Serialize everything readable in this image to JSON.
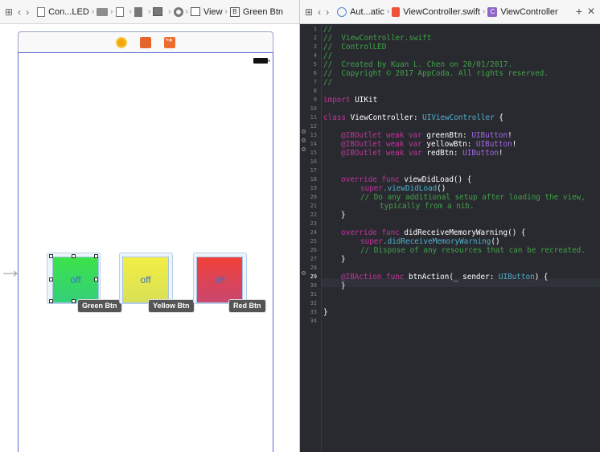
{
  "left_jumpbar": {
    "crumbs": [
      "Con...LED",
      "View",
      "Green Btn"
    ]
  },
  "ib": {
    "buttons": [
      {
        "title": "off",
        "label": "Green Btn",
        "color_top": "#3ce24a",
        "color_bottom": "#33d07a"
      },
      {
        "title": "off",
        "label": "Yellow Btn",
        "color_top": "#f2ee44",
        "color_bottom": "#d8e055"
      },
      {
        "title": "off",
        "label": "Red Btn",
        "color_top": "#f0413a",
        "color_bottom": "#c9476e"
      }
    ]
  },
  "right_jumpbar": {
    "auto": "Aut...atic",
    "file": "ViewController.swift",
    "class": "ViewController"
  },
  "editor": {
    "current_line": 29,
    "line_numbers": [
      "1",
      "2",
      "3",
      "4",
      "5",
      "6",
      "7",
      "8",
      "9",
      "10",
      "11",
      "12",
      "13",
      "14",
      "15",
      "16",
      "17",
      "18",
      "19",
      "20",
      "21",
      "22",
      "23",
      "24",
      "25",
      "26",
      "27",
      "28",
      "29",
      "30",
      "31",
      "32",
      "33",
      "34"
    ],
    "lines": {
      "l1": "//",
      "l2": "//  ViewController.swift",
      "l3": "//  ControlLED",
      "l4": "//",
      "l5": "//  Created by Kuan L. Chen on 20/01/2017.",
      "l6": "//  Copyright © 2017 AppCoda. All rights reserved.",
      "l7": "//",
      "l9_kw": "import",
      "l9_rest": " UIKit",
      "l11_kw": "class",
      "l11_name": " ViewController: ",
      "l11_type": "UIViewController",
      "l11_end": " {",
      "l13_kw": "@IBOutlet weak var",
      "l13_name": " greenBtn: ",
      "l13_type": "UIButton",
      "l13_end": "!",
      "l14_kw": "@IBOutlet weak var",
      "l14_name": " yellowBtn: ",
      "l14_type": "UIButton",
      "l14_end": "!",
      "l15_kw": "@IBOutlet weak var",
      "l15_name": " redBtn: ",
      "l15_type": "UIButton",
      "l15_end": "!",
      "l18_kw": "override func",
      "l18_rest": " viewDidLoad() {",
      "l19_kw": "super",
      "l19_call": ".viewDidLoad",
      "l19_end": "()",
      "l20": "// Do any additional setup after loading the view,",
      "l20b": "typically from a nib.",
      "l21": "}",
      "l23_kw": "override func",
      "l23_rest": " didReceiveMemoryWarning() {",
      "l24_kw": "super",
      "l24_call": ".didReceiveMemoryWarning",
      "l24_end": "()",
      "l25": "// Dispose of any resources that can be recreated.",
      "l26": "}",
      "l28_kw": "@IBAction func",
      "l28_rest": " btnAction(_ sender: ",
      "l28_type": "UIButton",
      "l28_end": ") {",
      "l29": "}",
      "l32": "}"
    }
  }
}
